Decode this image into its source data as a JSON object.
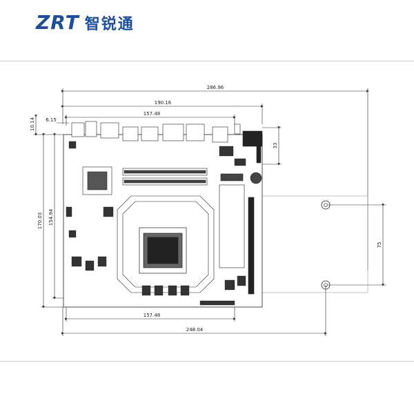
{
  "brand": {
    "logo_text": "ZRT",
    "name_cn": "智锐通"
  },
  "colors": {
    "brand": "#1d4f9c",
    "line": "#222222",
    "board_fill": "#ffffff",
    "rule": "#cfcfcf"
  },
  "dimensions": {
    "overall_width": "286.96",
    "board_upper": "190.16",
    "board_mid": "157.48",
    "offset_left": "6.15",
    "offset_top": "10.14",
    "height_outer": "170.03",
    "height_inner": "154.94",
    "right_offset": "33",
    "hole_spacing": "75",
    "bottom_mid": "157.48",
    "bottom_width": "248.04"
  }
}
